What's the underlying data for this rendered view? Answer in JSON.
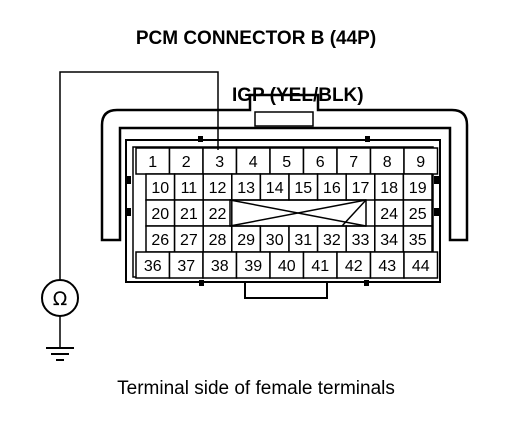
{
  "title": "PCM CONNECTOR B (44P)",
  "wire_label": "IGP (YEL/BLK)",
  "caption": "Terminal side of female terminals",
  "meter_symbol": "Ω",
  "connector": {
    "rows": [
      [
        "1",
        "2",
        "3",
        "4",
        "5",
        "6",
        "7",
        "8",
        "9"
      ],
      [
        "10",
        "11",
        "12",
        "13",
        "14",
        "15",
        "16",
        "17",
        "18",
        "19"
      ],
      [
        "20",
        "21",
        "22",
        "",
        "",
        "",
        "",
        "",
        "24",
        "25"
      ],
      [
        "26",
        "27",
        "28",
        "29",
        "30",
        "31",
        "32",
        "33",
        "34",
        "35"
      ],
      [
        "36",
        "37",
        "38",
        "39",
        "40",
        "41",
        "42",
        "43",
        "44"
      ]
    ],
    "probed_terminal": "3"
  }
}
